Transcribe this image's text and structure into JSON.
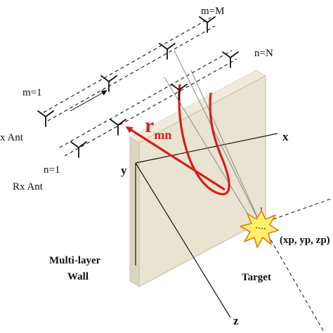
{
  "labels": {
    "m_top": "m=M",
    "n_top": "n=N",
    "m_first": "m=1",
    "tx_ant": "x Ant",
    "n_first": "n=1",
    "rx_ant": "Rx Ant",
    "r_main": "r",
    "r_sub": "mn",
    "axis_x": "x",
    "axis_y": "y",
    "axis_z": "z",
    "wall_line1": "Multi-layer",
    "wall_line2": "Wall",
    "target": "Target",
    "coords": "(xp, yp, zp)"
  },
  "icons": {
    "antenna": "antenna-icon",
    "target": "explosion-star-icon"
  },
  "colors": {
    "wall_fill": "#e9e4d2",
    "wall_edge": "#c8c2ad",
    "signal": "#d81d1d",
    "target_fill": "#fff06a",
    "target_stroke": "#e07a10",
    "line": "#111111"
  }
}
